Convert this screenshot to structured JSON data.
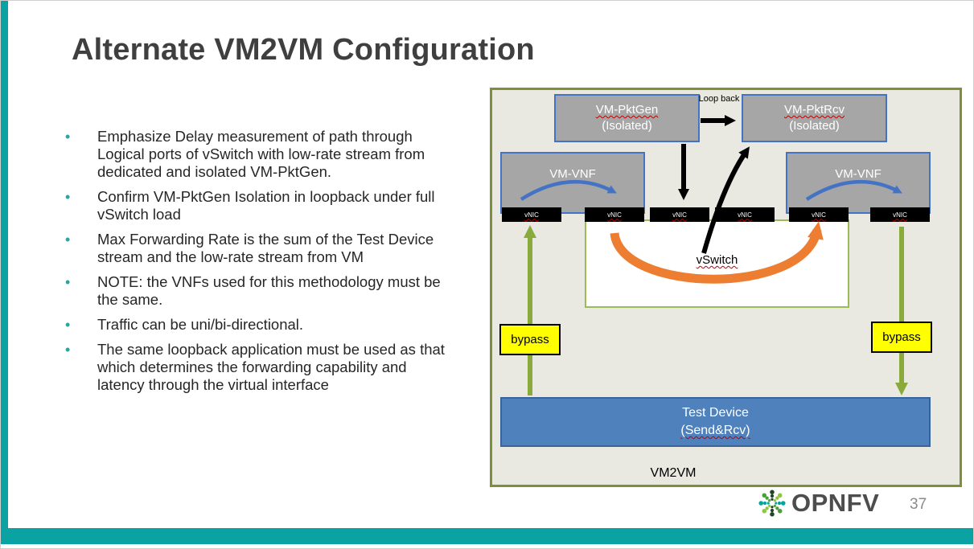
{
  "slide": {
    "title": "Alternate VM2VM Configuration",
    "page_number": "37",
    "logo_text": "OPNFV",
    "bullets": [
      "Emphasize Delay measurement of path through Logical ports of vSwitch with low-rate stream from dedicated and isolated VM-PktGen.",
      "Confirm VM-PktGen Isolation in loopback under full vSwitch load",
      "Max Forwarding Rate is the sum of the Test Device stream and the low-rate stream from VM",
      "NOTE: the VNFs used for this methodology must be the same.",
      "Traffic can be uni/bi-directional.",
      "The same loopback application must be used as that which determines the forwarding capability and latency through the virtual interface"
    ]
  },
  "diagram": {
    "vm_pktgen_line1": "VM-PktGen",
    "vm_pktgen_line2": "(Isolated)",
    "vm_pktrcv_line1": "VM-PktRcv",
    "vm_pktrcv_line2": "(Isolated)",
    "loopback_label": "Loop back",
    "vm_vnf_left_label": "VM-VNF",
    "vm_vnf_right_label": "VM-VNF",
    "vnic_labels": [
      "vNIC",
      "vNIC",
      "vNIC",
      "vNIC",
      "vNIC",
      "vNIC"
    ],
    "vswitch_label": "vSwitch",
    "bypass_left_label": "bypass",
    "bypass_right_label": "bypass",
    "test_device_line1": "Test Device",
    "test_device_line2": "(Send&Rcv)",
    "vm2vm_label": "VM2VM"
  },
  "colors": {
    "accent_teal": "#0aa2a2",
    "diagram_border_olive": "#7e8f3a",
    "vm_box_gray": "#a6a6a6",
    "box_border_blue": "#4472c4",
    "test_device_blue": "#4f81bd",
    "bypass_yellow": "#ffff00",
    "arrow_green": "#8aab3c",
    "arrow_orange": "#ed7d31",
    "arrow_black": "#000000",
    "vswitch_border_green": "#9bbb59"
  }
}
